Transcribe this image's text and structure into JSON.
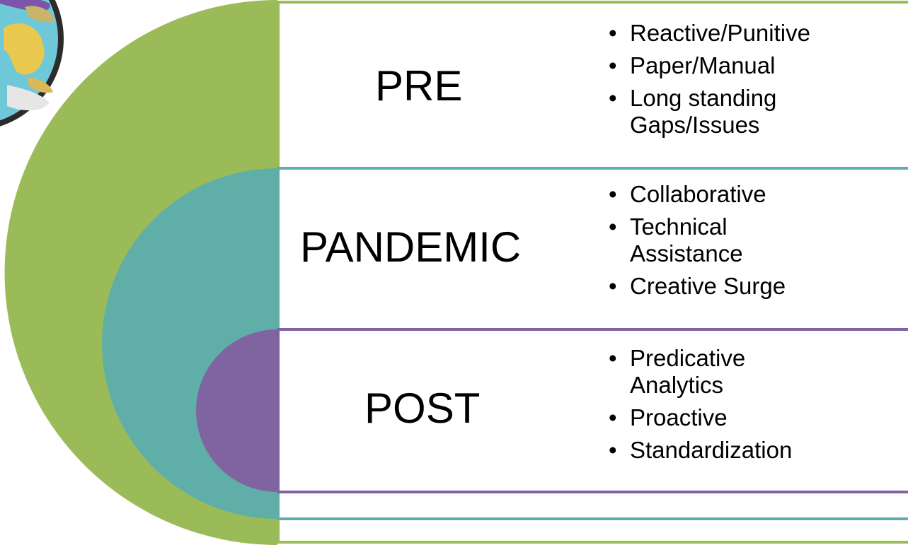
{
  "colors": {
    "pre": "#9BBB59",
    "pandemic": "#5FAFA8",
    "post": "#8064A2",
    "globe_ocean": "#6FC8D8",
    "globe_rim": "#2B2B2B"
  },
  "globe": {
    "icon": "globe-image"
  },
  "stages": [
    {
      "label": "PRE",
      "bullets": [
        "Reactive/Punitive",
        "Paper/Manual",
        "Long standing Gaps/Issues"
      ]
    },
    {
      "label": "PANDEMIC",
      "bullets": [
        "Collaborative",
        "Technical Assistance",
        "Creative Surge"
      ]
    },
    {
      "label": "POST",
      "bullets": [
        "Predicative Analytics",
        "Proactive",
        "Standardization"
      ]
    }
  ]
}
